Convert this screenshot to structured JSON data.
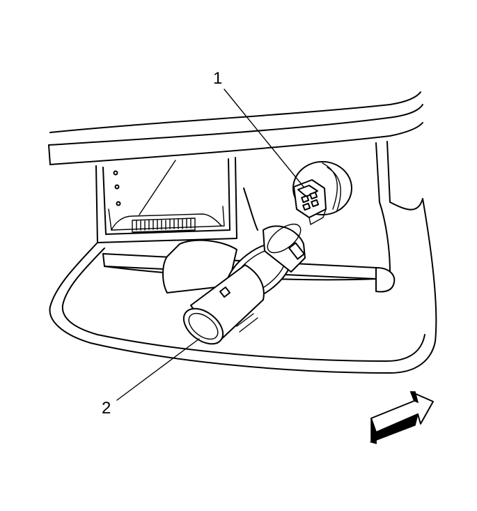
{
  "callouts": [
    {
      "number": "1",
      "part": "electrical-connector"
    },
    {
      "number": "2",
      "part": "power-outlet-socket"
    }
  ],
  "icons": [
    "direction-arrow-icon"
  ]
}
